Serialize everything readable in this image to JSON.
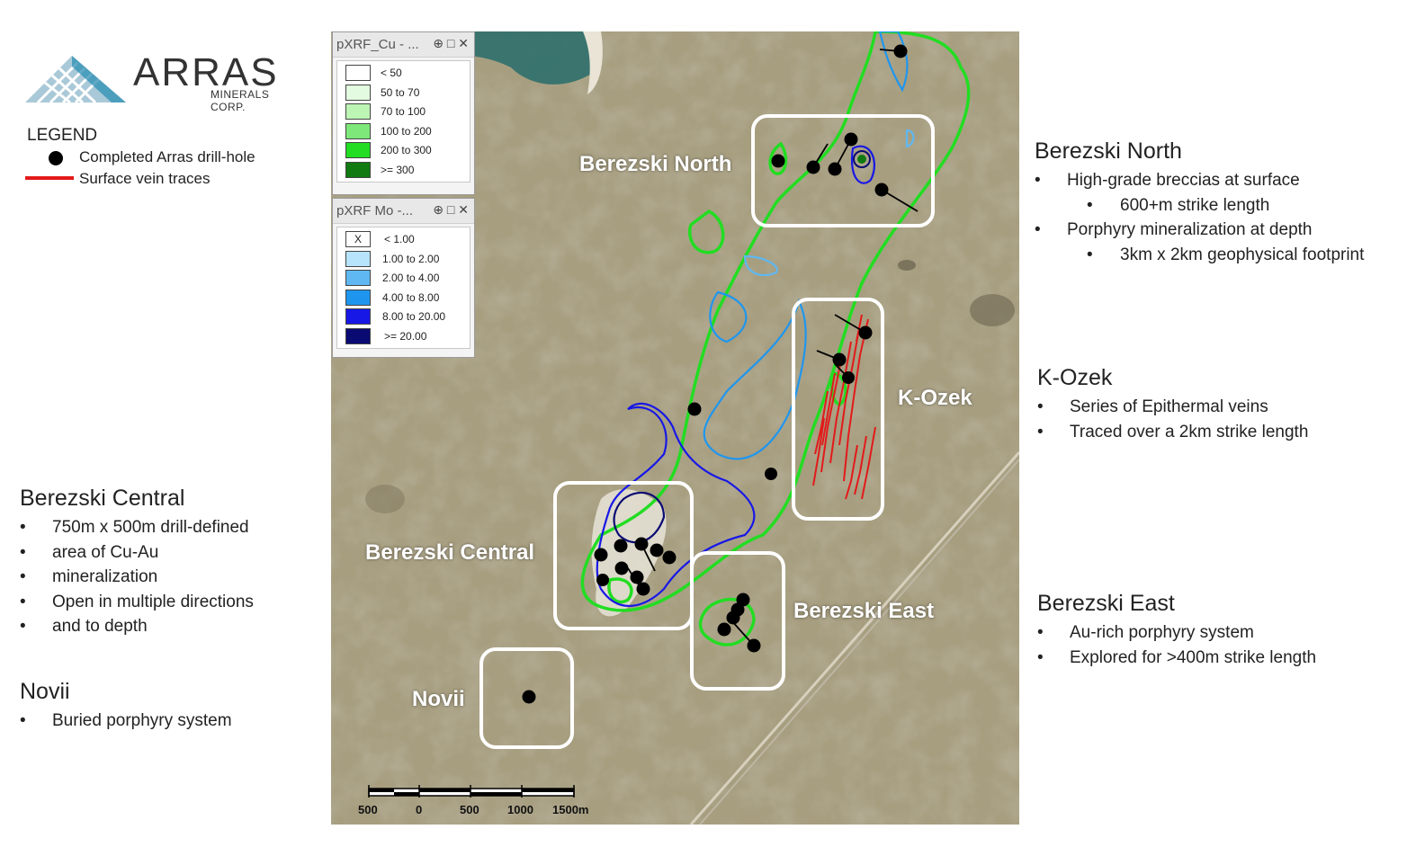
{
  "logo": {
    "name": "ARRAS",
    "sub": "MINERALS CORP."
  },
  "legend": {
    "title": "LEGEND",
    "items": [
      {
        "label": "Completed Arras drill-hole"
      },
      {
        "label": "Surface vein traces"
      }
    ]
  },
  "blocks": {
    "berezski_north": {
      "title": "Berezski North",
      "bullets": [
        "High-grade breccias at surface",
        "600+m strike length",
        "Porphyry mineralization at depth",
        "3km x 2km geophysical footprint"
      ]
    },
    "k_ozek": {
      "title": "K-Ozek",
      "bullets": [
        "Series of Epithermal veins",
        "Traced over a 2km strike length"
      ]
    },
    "berezski_east": {
      "title": "Berezski East",
      "bullets": [
        "Au-rich porphyry system",
        "Explored for >400m strike length"
      ]
    },
    "berezski_central": {
      "title": "Berezski Central",
      "bullets": [
        "750m x 500m drill-defined",
        "area of Cu-Au",
        "mineralization",
        "Open in multiple directions",
        "and to depth"
      ]
    },
    "novii": {
      "title": "Novii",
      "bullets": [
        "Buried porphyry system"
      ]
    }
  },
  "map": {
    "labels": {
      "berezski_north": "Berezski North",
      "k_ozek": "K-Ozek",
      "berezski_central": "Berezski Central",
      "berezski_east": "Berezski East",
      "novii": "Novii"
    },
    "cu_panel": {
      "title": "pXRF_Cu - ...",
      "controls": "⊕ □ ✕",
      "classes": [
        {
          "label": "< 50",
          "color": "#ffffff"
        },
        {
          "label": "50 to 70",
          "color": "#e3fbe0"
        },
        {
          "label": "70 to 100",
          "color": "#bdf5b5"
        },
        {
          "label": "100 to 200",
          "color": "#7ee87a"
        },
        {
          "label": "200 to 300",
          "color": "#22dd22"
        },
        {
          "label": ">= 300",
          "color": "#117a11"
        }
      ]
    },
    "mo_panel": {
      "title": "pXRF Mo -...",
      "controls": "⊕ □ ✕",
      "classes": [
        {
          "label": "< 1.00",
          "color": "#ffffff",
          "mark": "X"
        },
        {
          "label": "1.00 to 2.00",
          "color": "#b7e3fb"
        },
        {
          "label": "2.00 to 4.00",
          "color": "#5fb8f2"
        },
        {
          "label": "4.00 to 8.00",
          "color": "#1f96ee"
        },
        {
          "label": "8.00 to 20.00",
          "color": "#1818e6"
        },
        {
          "label": ">= 20.00",
          "color": "#0a0a73"
        }
      ]
    },
    "scale": {
      "ticks": [
        "500",
        "0",
        "500",
        "1000",
        "1500m"
      ]
    }
  }
}
